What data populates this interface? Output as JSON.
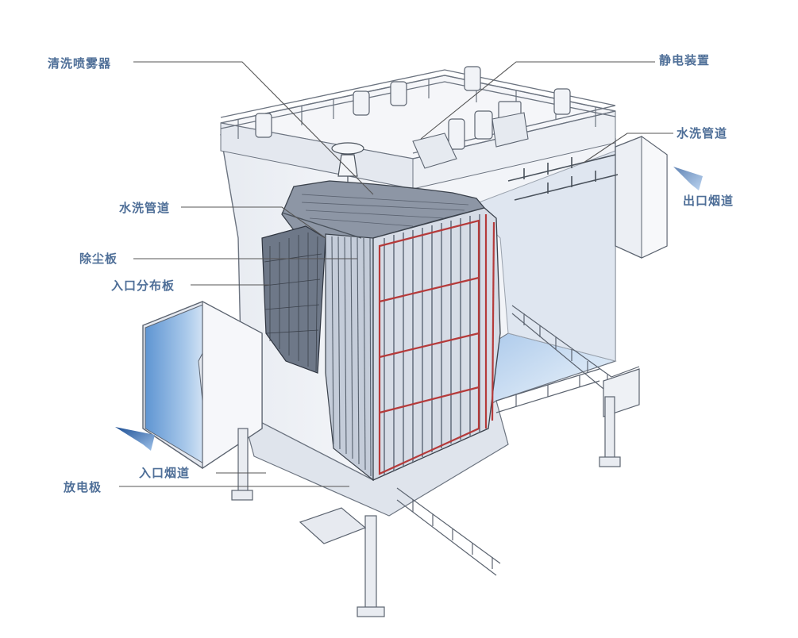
{
  "labels": {
    "spray": "清洗喷雾器",
    "static_device": "静电装置",
    "wash_pipe_right": "水洗管道",
    "outlet_duct": "出口烟道",
    "wash_pipe_left": "水洗管道",
    "collector_plate": "除尘板",
    "inlet_distribution_plate": "入口分布板",
    "inlet_duct": "入口烟道",
    "discharge_electrode": "放电极"
  },
  "colors": {
    "label_text": "#4f6f98",
    "leader_line": "#555555",
    "outline": "#6c7480",
    "shell_light": "#f3f5f9",
    "shell_mid": "#dfe4ec",
    "duct_blue": "#6f9fd6",
    "electrode_red": "#b53a3a",
    "plate_blue": "#c6cedb",
    "flow_arrow": "#2f6fb8"
  }
}
